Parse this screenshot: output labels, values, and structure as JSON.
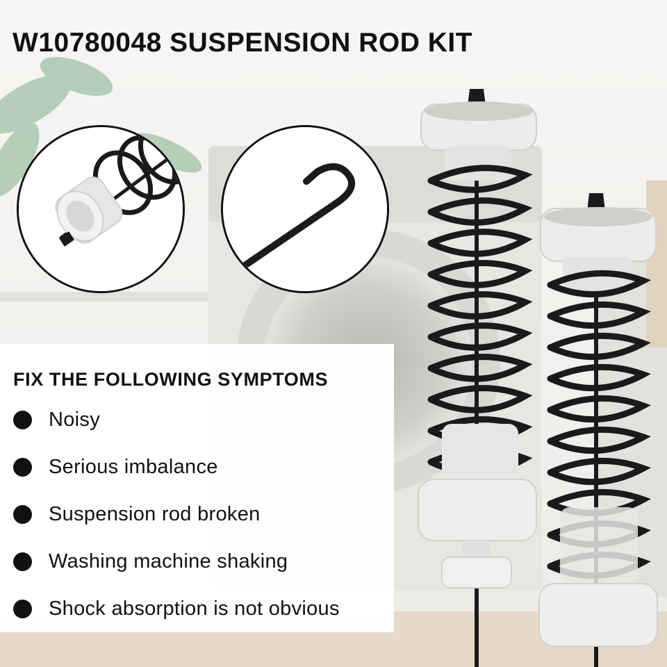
{
  "title": "W10780048 SUSPENSION ROD KIT",
  "symptoms": {
    "heading": "FIX THE FOLLOWING SYMPTOMS",
    "items": [
      "Noisy",
      "Serious imbalance",
      "Suspension rod broken",
      "Washing machine shaking",
      "Shock absorption is not obvious"
    ]
  },
  "colors": {
    "text": "#111111",
    "spring": "#1a1a1a",
    "cap": "#e9e9e7",
    "background": "#f3f1ee"
  },
  "icons": [
    "bullet-dot-icon"
  ]
}
